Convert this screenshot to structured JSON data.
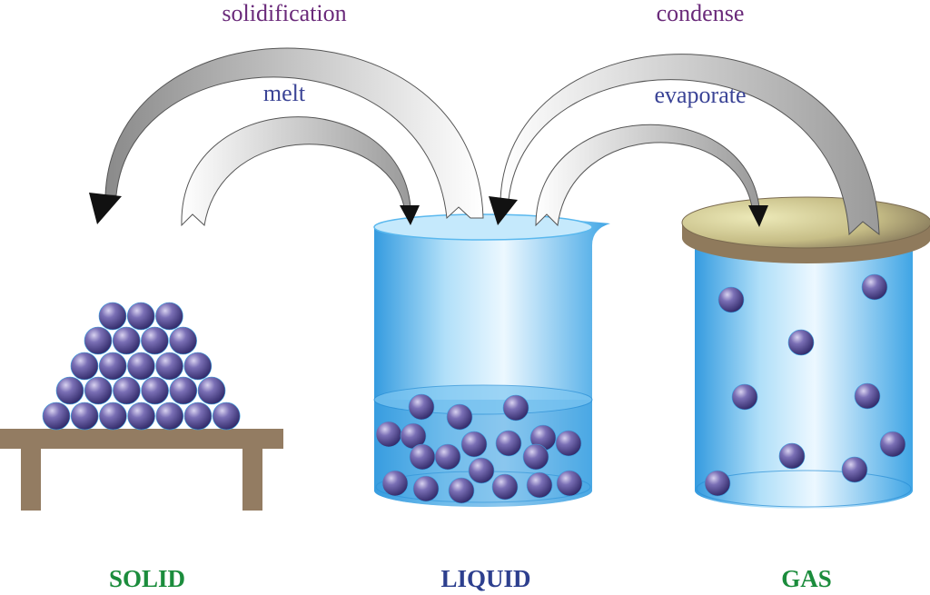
{
  "processes": {
    "solidification": "solidification",
    "melt": "melt",
    "condense": "condense",
    "evaporate": "evaporate"
  },
  "states": {
    "solid": "SOLID",
    "liquid": "LIQUID",
    "gas": "GAS"
  },
  "colors": {
    "outer_process_text": "#6a2a7a",
    "inner_process_text": "#3b4496",
    "solid_gas_label": "#1b8c3c",
    "liquid_label": "#2d3f8e",
    "particle": "#5a5096",
    "table": "#937c62",
    "container": "#3aa8e6",
    "lid": "#c9c08a"
  }
}
